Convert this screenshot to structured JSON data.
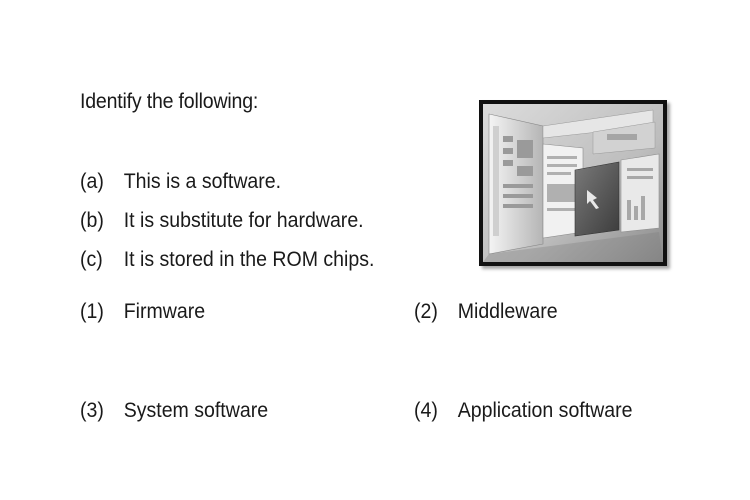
{
  "question": "Identify the following:",
  "statements": [
    {
      "label": "(a)",
      "text": "This is a software."
    },
    {
      "label": "(b)",
      "text": "It is substitute for hardware."
    },
    {
      "label": "(c)",
      "text": "It is stored in the ROM chips."
    }
  ],
  "options": [
    {
      "number": "(1)",
      "text": "Firmware"
    },
    {
      "number": "(2)",
      "text": "Middleware"
    },
    {
      "number": "(3)",
      "text": "System software"
    },
    {
      "number": "(4)",
      "text": "Application software"
    }
  ],
  "figure": {
    "icon": "software-windows-illustration"
  }
}
